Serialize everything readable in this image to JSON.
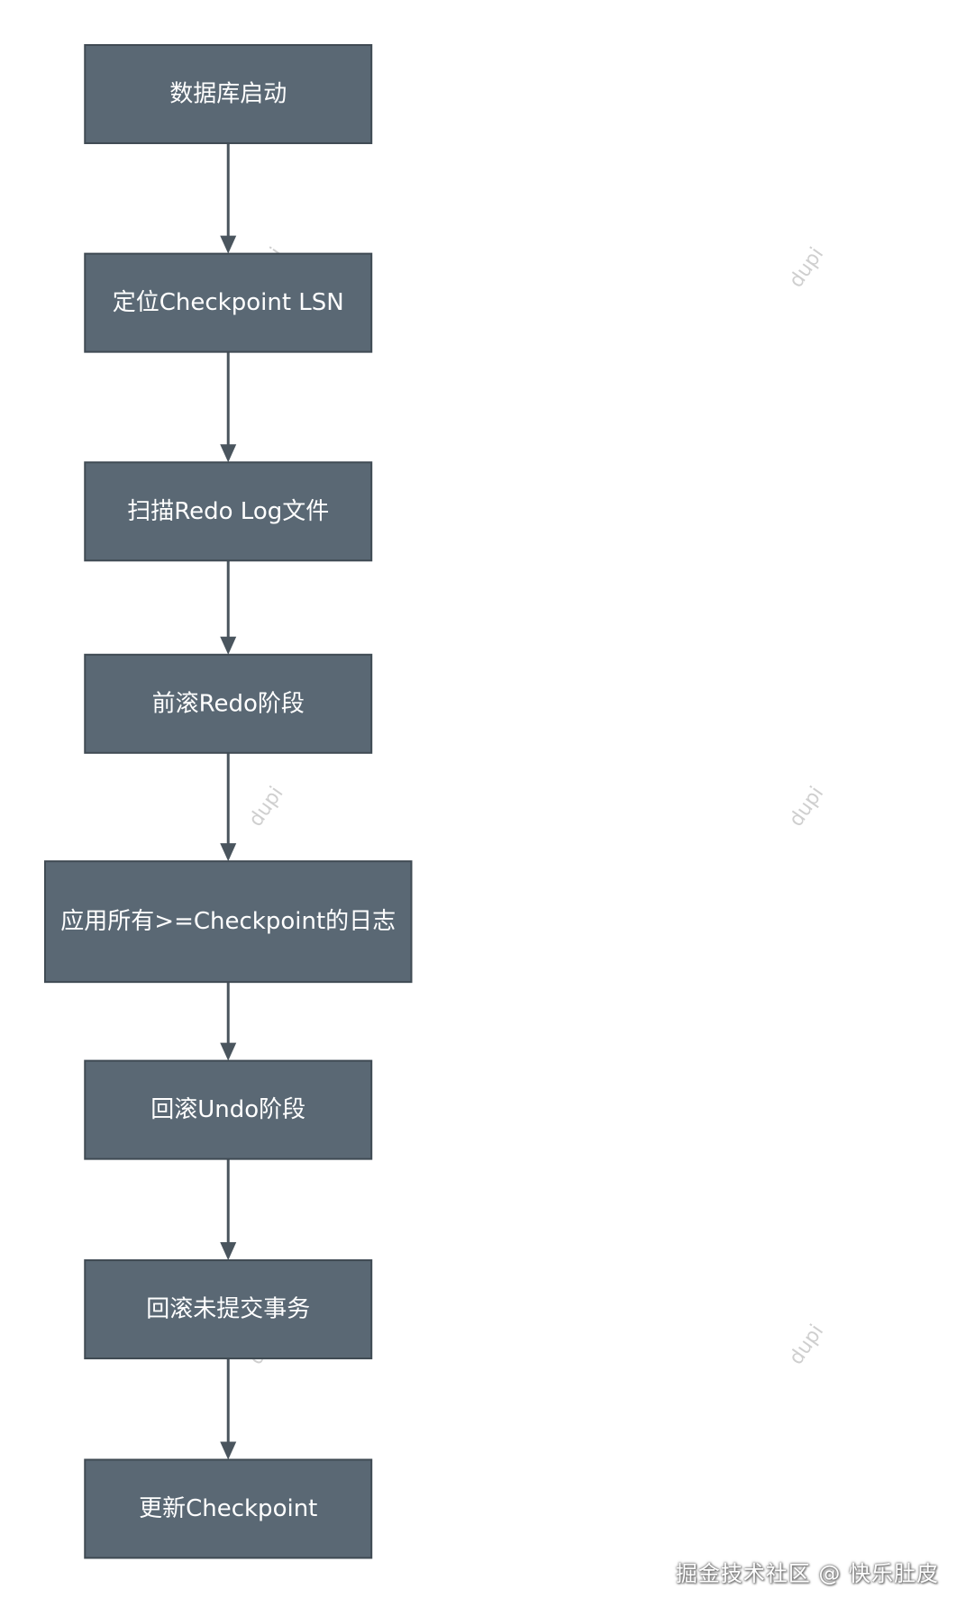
{
  "nodes": [
    {
      "id": "start",
      "label": "数据库启动"
    },
    {
      "id": "locate",
      "label": "定位Checkpoint LSN"
    },
    {
      "id": "scan",
      "label": "扫描Redo Log文件"
    },
    {
      "id": "redo",
      "label": "前滚Redo阶段"
    },
    {
      "id": "apply",
      "label": "应用所有>=Checkpoint的日志"
    },
    {
      "id": "undo",
      "label": "回滚Undo阶段"
    },
    {
      "id": "rollback",
      "label": "回滚未提交事务"
    },
    {
      "id": "update",
      "label": "更新Checkpoint"
    }
  ],
  "edges": [
    [
      "start",
      "locate"
    ],
    [
      "locate",
      "scan"
    ],
    [
      "scan",
      "redo"
    ],
    [
      "redo",
      "apply"
    ],
    [
      "apply",
      "undo"
    ],
    [
      "undo",
      "rollback"
    ],
    [
      "rollback",
      "update"
    ]
  ],
  "watermark_text": "dupi",
  "credit": "掘金技术社区 @ 快乐肚皮",
  "colors": {
    "node_fill": "#5a6874",
    "node_border": "#3f4a53",
    "node_text": "#ffffff",
    "edge": "#4a555e",
    "watermark": "#cfcfcf"
  }
}
